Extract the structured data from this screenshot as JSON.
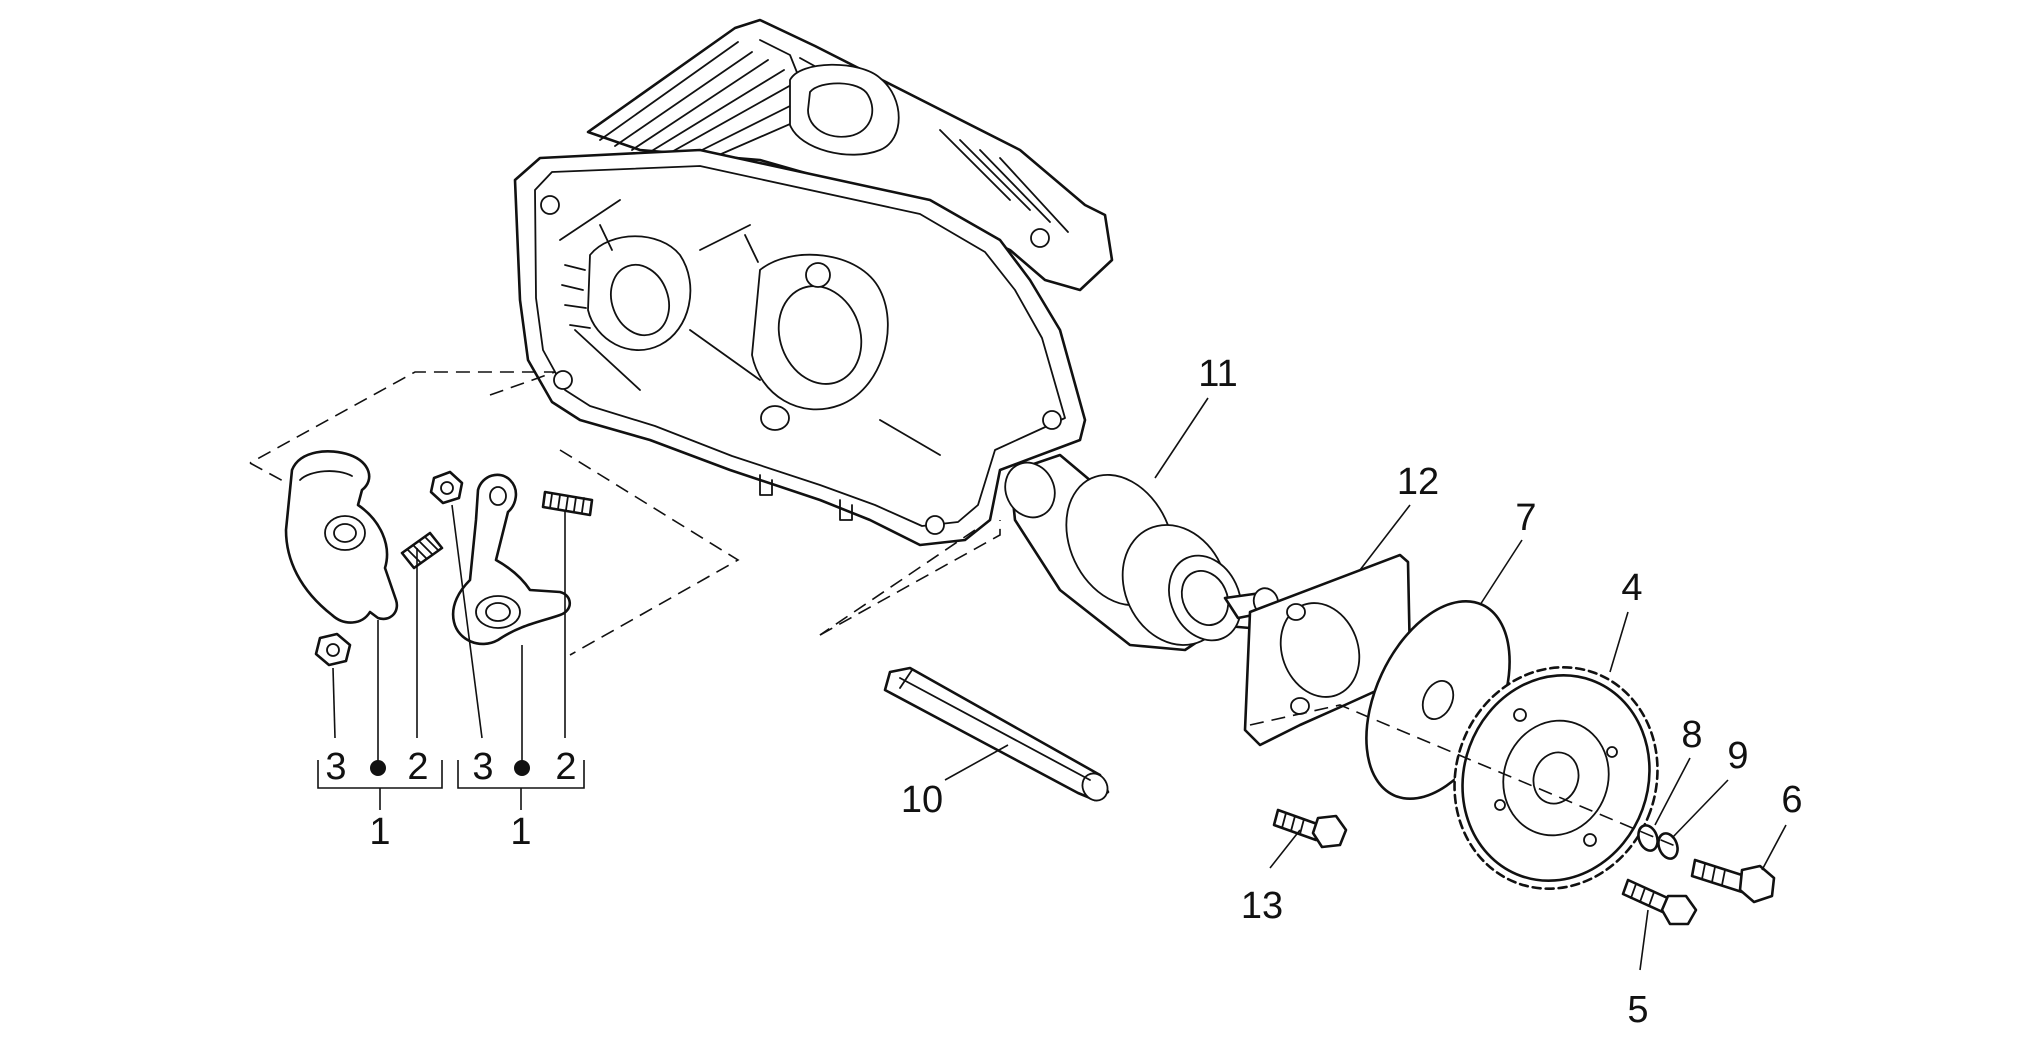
{
  "callouts": {
    "p1a": "1",
    "p1b": "1",
    "p2a": "2",
    "p2b": "2",
    "p3a": "3",
    "p3b": "3",
    "p4": "4",
    "p5": "5",
    "p6": "6",
    "p7": "7",
    "p8": "8",
    "p9": "9",
    "p10": "10",
    "p11": "11",
    "p12": "12",
    "p13": "13"
  },
  "colors": {
    "line": "#111111",
    "background": "#ffffff"
  }
}
